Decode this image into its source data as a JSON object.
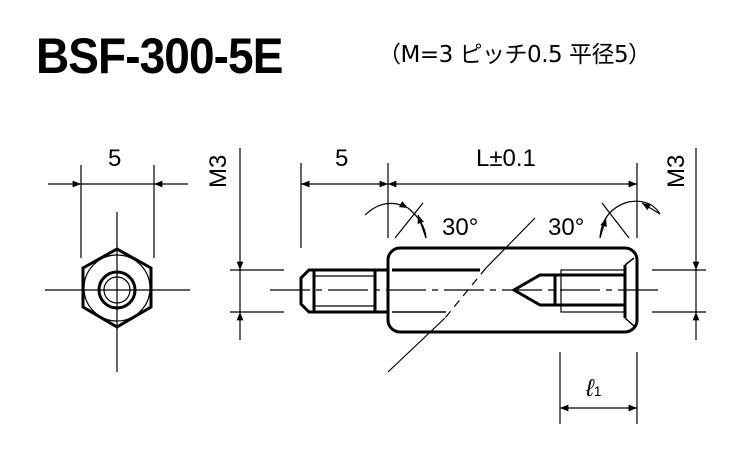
{
  "title": {
    "part_number": "BSF-300-5E",
    "spec": "（M=3 ピッチ0.5 平径5）"
  },
  "front_view": {
    "width_dim": "5"
  },
  "side_view": {
    "thread_dim_left": "M3",
    "stud_length_dim": "5",
    "body_length_dim": "L±0.1",
    "chamfer_angle_left": "30°",
    "chamfer_angle_right": "30°",
    "thread_dim_right": "M3",
    "tap_depth_dim": "ℓ",
    "tap_depth_sub": "1"
  },
  "colors": {
    "line": "#000000",
    "background": "#ffffff"
  }
}
